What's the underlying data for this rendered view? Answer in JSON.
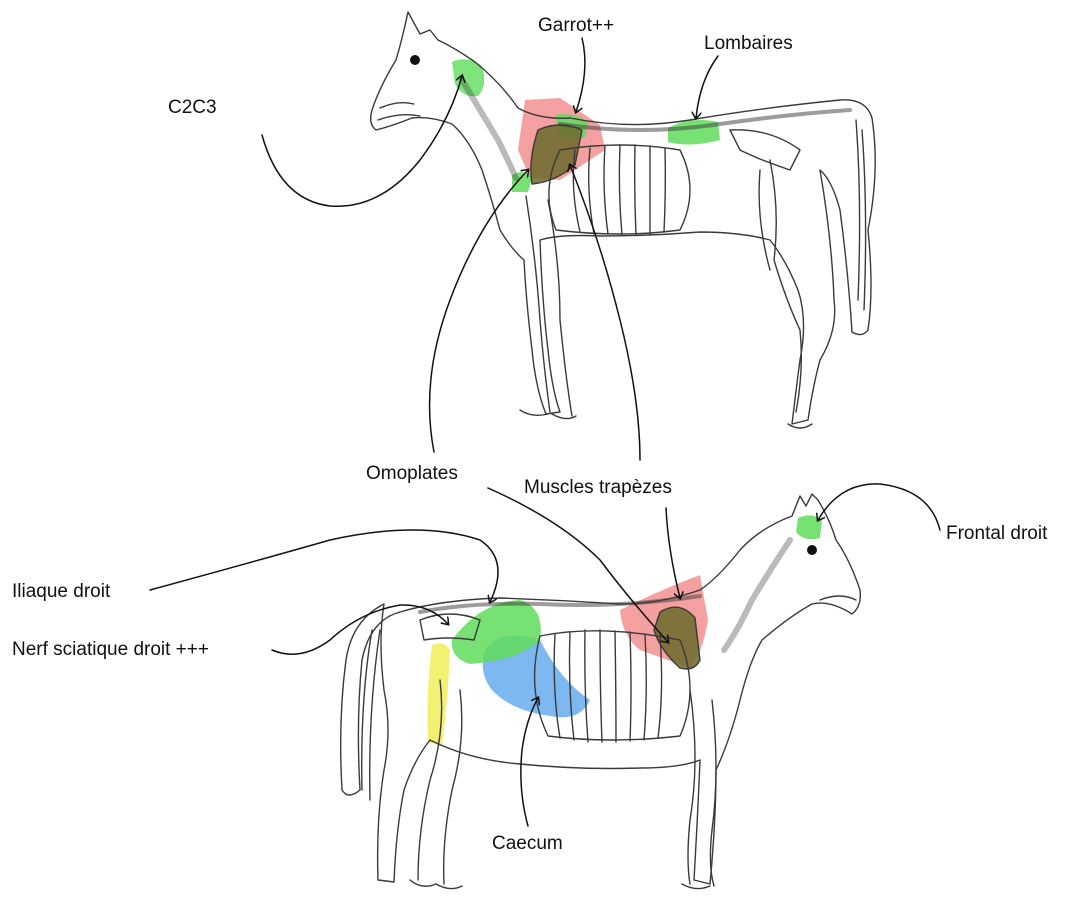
{
  "labels": {
    "c2c3": "C2C3",
    "garrot": "Garrot++",
    "lombaires": "Lombaires",
    "omoplates": "Omoplates",
    "muscles_trapezes": "Muscles trapèzes",
    "frontal_droit": "Frontal droit",
    "iliaque_droit": "Iliaque droit",
    "nerf_sciatique": "Nerf sciatique droit +++",
    "caecum": "Caecum"
  },
  "colors": {
    "outline": "#3a3a3a",
    "bone_fill": "#ffffff",
    "green_highlight": "#5fdc5a",
    "red_highlight": "#f08080",
    "olive_scapula": "#6b6a2a",
    "blue_caecum": "#6fb0ee",
    "yellow_sciatic": "#f2ef62",
    "arrow": "#111111"
  }
}
